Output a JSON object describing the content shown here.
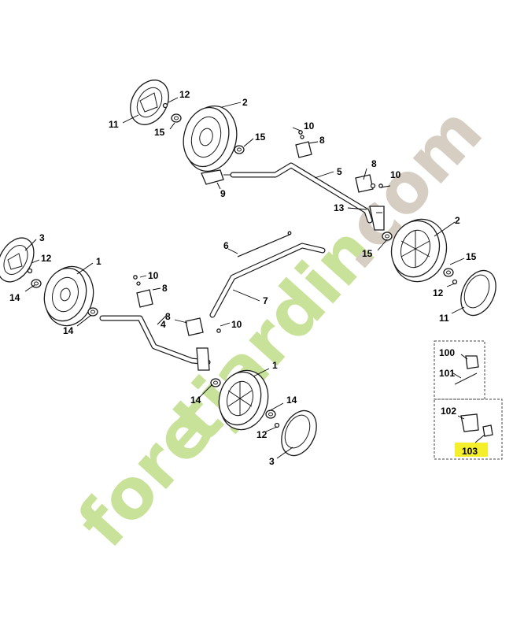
{
  "watermark": {
    "text_fore": "fore",
    "text_jardin": "tjardin",
    "text_com": ".com",
    "color_green": "#c8e29a",
    "color_orange": "#f6c07a",
    "color_grey": "#d6cec2"
  },
  "highlight_color": "#f5ee2a",
  "labels": {
    "l11a": "11",
    "l12a": "12",
    "l15a": "15",
    "l2a": "2",
    "l10a": "10",
    "l15b": "15",
    "l8a": "8",
    "l8b": "8",
    "l10b": "10",
    "l5": "5",
    "l9": "9",
    "l13": "13",
    "l2b": "2",
    "l15c": "15",
    "l15d": "15",
    "l12b": "12",
    "l11b": "11",
    "l3a": "3",
    "l12c": "12",
    "l1a": "1",
    "l14a": "14",
    "l6": "6",
    "l7": "7",
    "l10c": "10",
    "l8c": "8",
    "l14b": "14",
    "l4": "4",
    "l8d": "8",
    "l10d": "10",
    "l1b": "1",
    "l14c": "14",
    "l14d": "14",
    "l12d": "12",
    "l3b": "3",
    "l100": "100",
    "l101": "101",
    "l102": "102",
    "l103": "103"
  }
}
